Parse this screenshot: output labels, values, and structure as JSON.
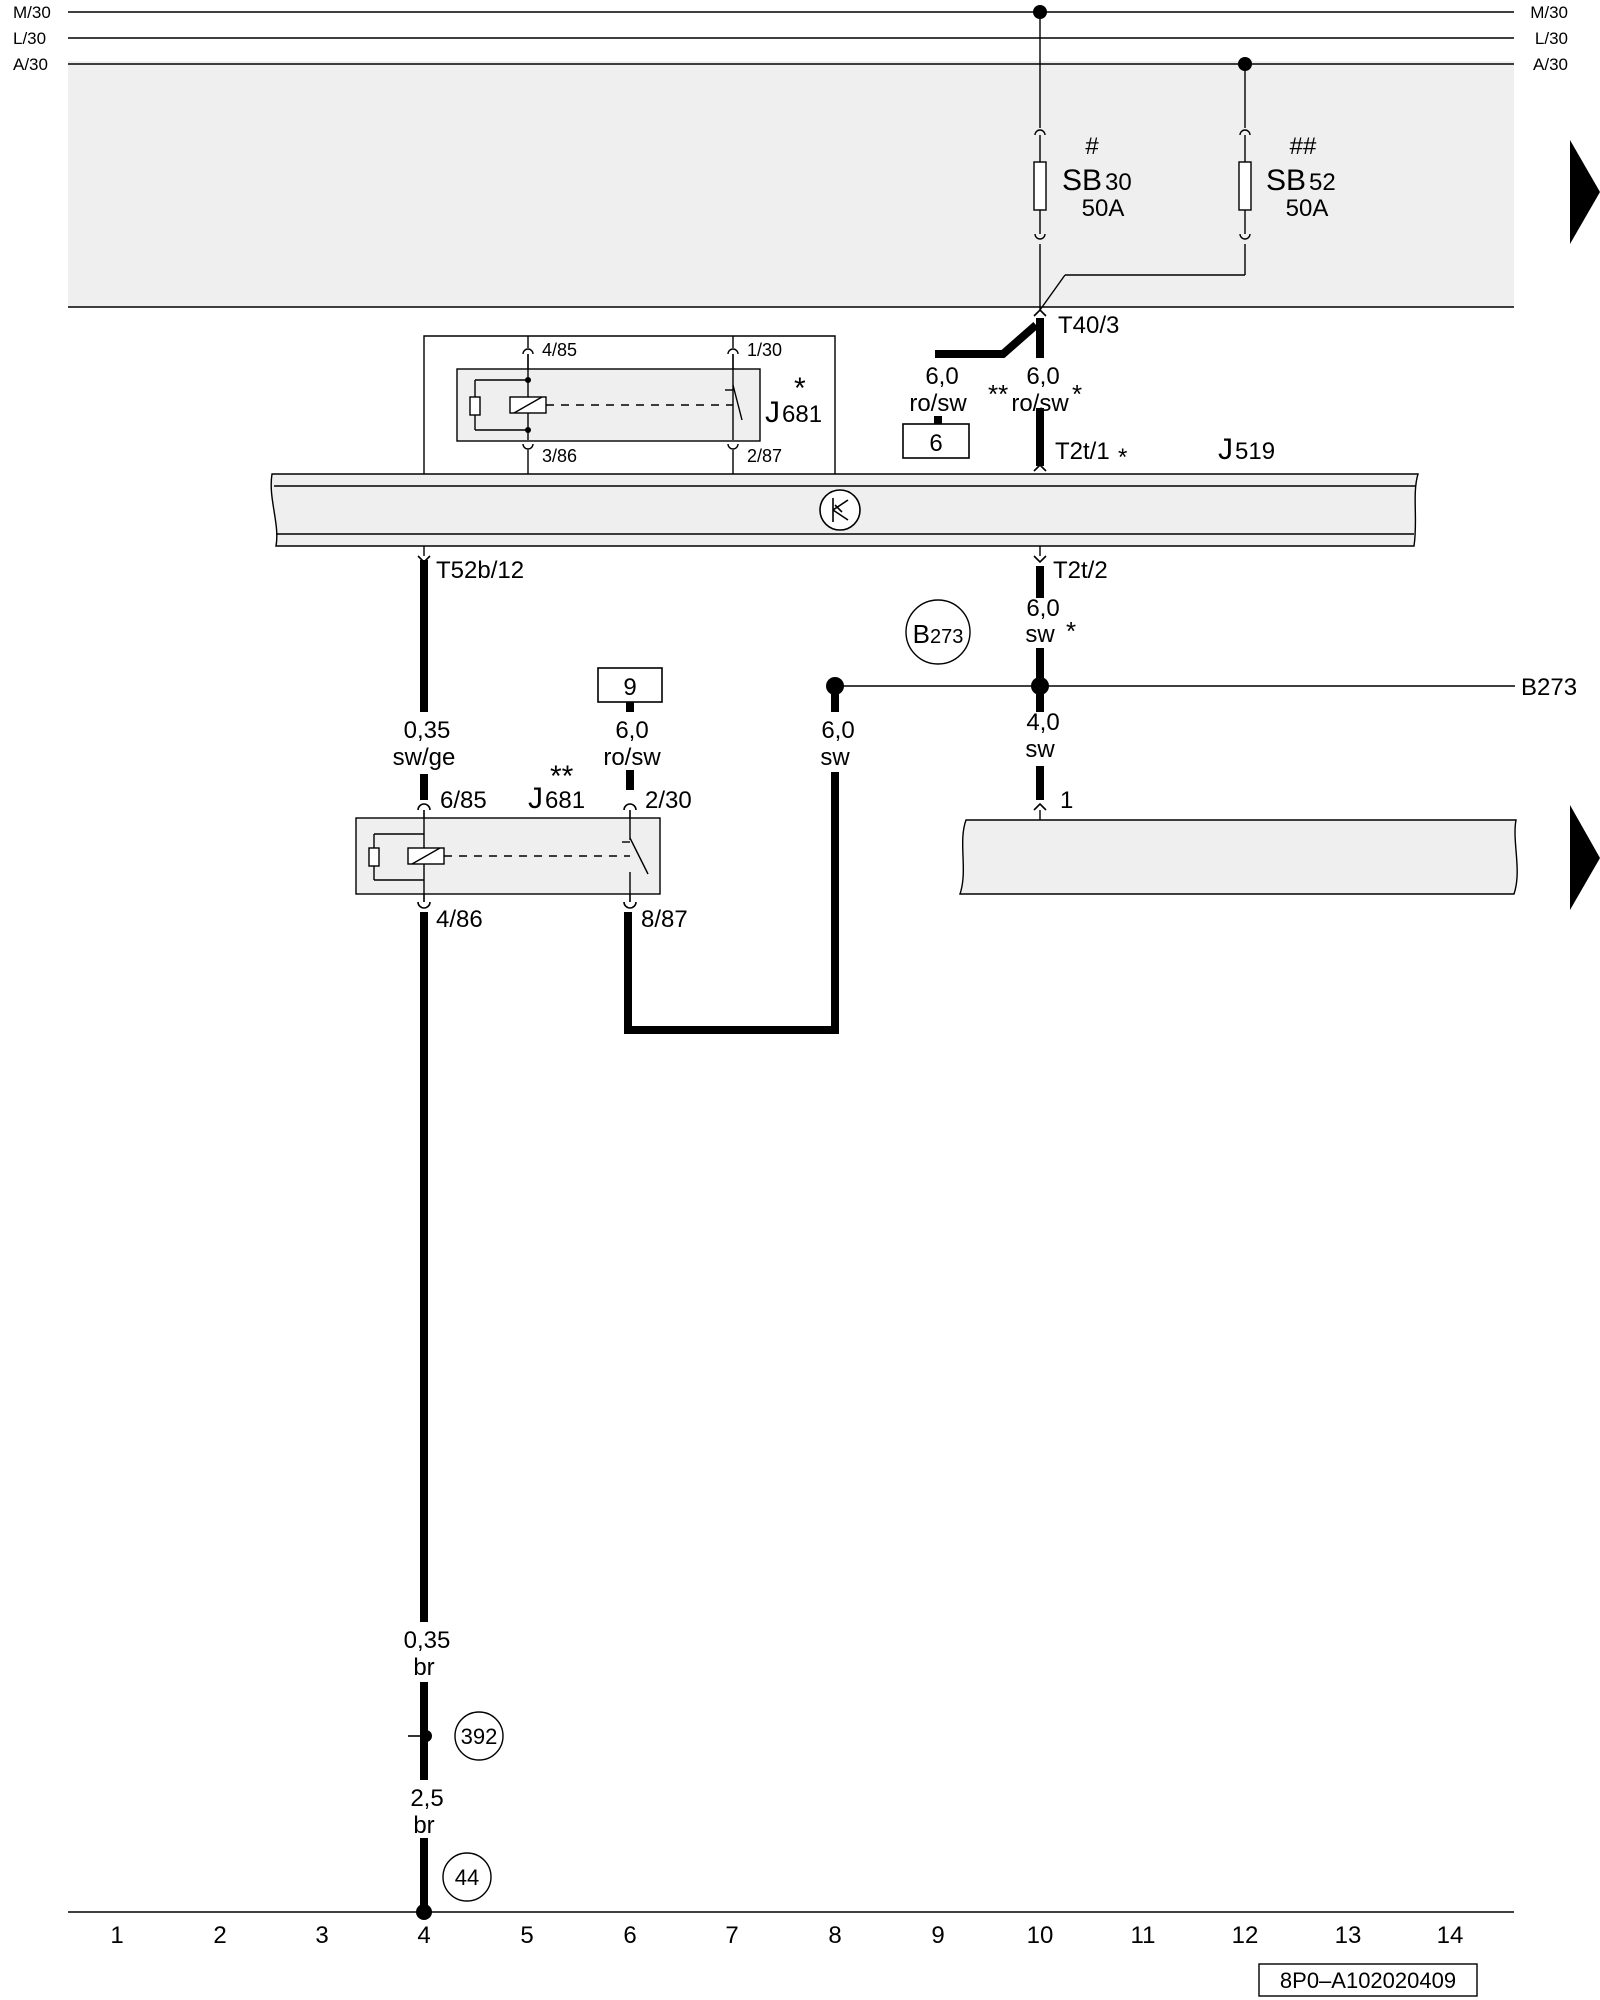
{
  "rails": {
    "left": [
      "M/30",
      "L/30",
      "A/30"
    ],
    "right": [
      "M/30",
      "L/30",
      "A/30"
    ]
  },
  "fuses": [
    {
      "mark": "#",
      "name": "SB",
      "index": "30",
      "rating": "50A"
    },
    {
      "mark": "##",
      "name": "SB",
      "index": "52",
      "rating": "50A"
    }
  ],
  "connectors": {
    "t40_3": "T40/3",
    "t2t_1": "T2t/1",
    "t2t_1_mark": "*",
    "t2t_2": "T2t/2",
    "t52b_12": "T52b/12",
    "pin_1": "1"
  },
  "module": {
    "name": "J",
    "index": "519"
  },
  "relay_upper": {
    "name": "J",
    "index": "681",
    "mark": "*",
    "pins": [
      "4/85",
      "3/86",
      "1/30",
      "2/87"
    ]
  },
  "relay_lower": {
    "name": "J",
    "index": "681",
    "mark": "**",
    "pins": [
      "6/85",
      "4/86",
      "2/30",
      "8/87"
    ]
  },
  "wires": {
    "w_ro_sw_2": {
      "size": "6,0",
      "color": "ro/sw",
      "mark": "**"
    },
    "w_ro_sw_1": {
      "size": "6,0",
      "color": "ro/sw",
      "mark": "*"
    },
    "w_sw_t2t2": {
      "size": "6,0",
      "color": "sw",
      "mark": "*"
    },
    "w_sw_4": {
      "size": "4,0",
      "color": "sw"
    },
    "w_sw_col8": {
      "size": "6,0",
      "color": "sw"
    },
    "w_ro_sw_9": {
      "size": "6,0",
      "color": "ro/sw"
    },
    "w_swge": {
      "size": "0,35",
      "color": "sw/ge"
    },
    "w_br_035": {
      "size": "0,35",
      "color": "br"
    },
    "w_br_25": {
      "size": "2,5",
      "color": "br"
    }
  },
  "boxes": {
    "box_6": "6",
    "box_9": "9"
  },
  "circles": {
    "b273": {
      "name": "B",
      "index": "273"
    },
    "c392": "392",
    "c44": "44"
  },
  "b273_label": "B273",
  "columns": [
    "1",
    "2",
    "3",
    "4",
    "5",
    "6",
    "7",
    "8",
    "9",
    "10",
    "11",
    "12",
    "13",
    "14"
  ],
  "footer_code": "8P0–A102020409"
}
